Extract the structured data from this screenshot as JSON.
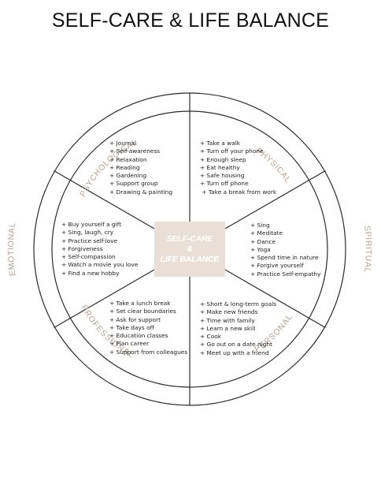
{
  "title": "SELF-CARE & LIFE BALANCE",
  "center": {
    "line1": "SELF-CARE",
    "line2": "&",
    "line3": "LIFE BALANCE"
  },
  "colors": {
    "accent_text": "#b7a192",
    "center_fill": "#eadfd6",
    "line": "#2a2a2a"
  },
  "sectors": {
    "psychological": {
      "label": "PSYCHOLOGICAL",
      "items": [
        "+ Journal",
        "+ Self-awareness",
        "+ Relaxation",
        "+ Reading",
        "+ Gardening",
        "+ Support group",
        "+ Drawing & painting"
      ]
    },
    "physical": {
      "label": "PHYSICAL",
      "items": [
        "+ Take a walk",
        "+ Turn off your phone",
        "+ Enough sleep",
        "+ Eat healthy",
        "+ Safe housing",
        "+ Turn off phone",
        " + Take a break from work"
      ]
    },
    "emotional": {
      "label": "EMOTIONAL",
      "items": [
        "+ Buy yourself a gift",
        "+ Sing, laugh, cry",
        "+ Practice self-love",
        "+ Forgiveness",
        "+ Self-compassion",
        "+ Watch a movie you love",
        "+ Find a new hobby"
      ]
    },
    "spiritual": {
      "label": "SPIRITUAL",
      "items": [
        "+ Sing",
        "+ Meditate",
        "+ Dance",
        "+ Yoga",
        "+ Spend time in nature",
        "+ Forgive yourself",
        "+ Practice Self-empathy"
      ]
    },
    "professional": {
      "label": "PROFESSIONAL",
      "items": [
        "+ Take a lunch break",
        "+ Set clear boundaries",
        "+ Ask for support",
        "+ Take days off",
        "+ Education classes",
        "+ Plan career",
        "+ Support from colleagues"
      ]
    },
    "personal": {
      "label": "PERSONAL",
      "items": [
        "+ Short & long-term goals",
        "+ Make new friends",
        "+ Time with family",
        "+ Learn a new skill",
        "+ Cook",
        "+ Go out on a date night",
        "+ Meet up with a friend"
      ]
    }
  }
}
